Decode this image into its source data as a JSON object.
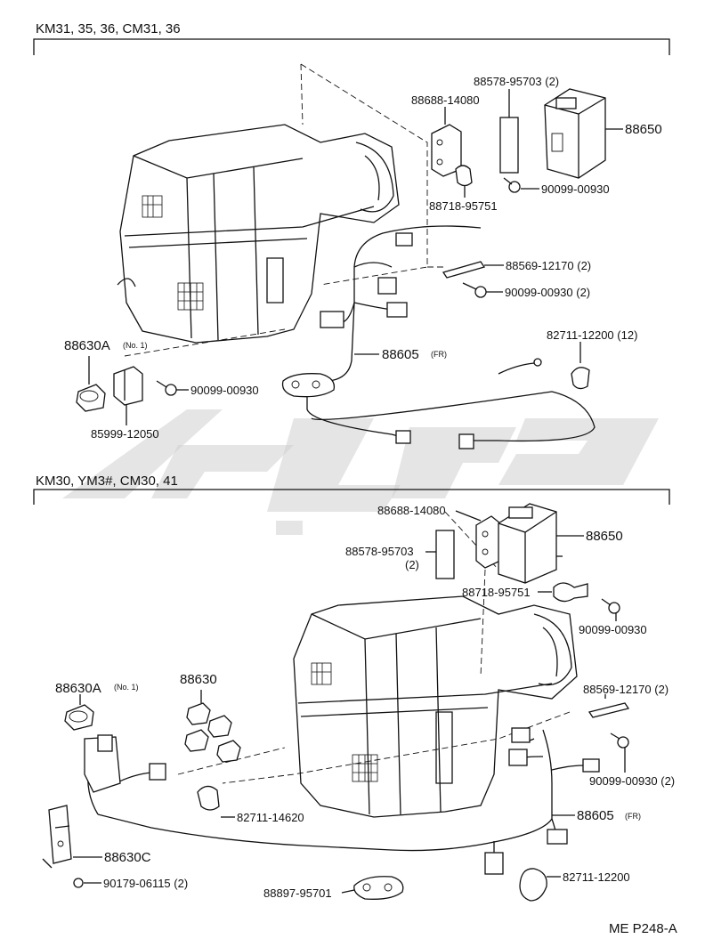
{
  "section_top": {
    "header": "KM31, 35, 36, CM31, 36",
    "labels": {
      "bracket": "88688-14080",
      "pad": "88578-95703 (2)",
      "amp": "88650",
      "clamp": "88718-95751",
      "screw_a": "90099-00930",
      "plate": "88569-12170 (2)",
      "screw_b": "90099-00930 (2)",
      "harness": "88605",
      "harness_note": "(FR)",
      "clip": "82711-12200 (12)",
      "sensor": "88630A",
      "sensor_note": "(No. 1)",
      "screw_c": "90099-00930",
      "bracket2": "85999-12050"
    }
  },
  "section_bottom": {
    "header": "KM30,  YM3#,  CM30,  41",
    "labels": {
      "bracket": "88688-14080",
      "amp": "88650",
      "pad": "88578-95703",
      "pad_qty": "(2)",
      "clamp": "88718-95751",
      "screw_a": "90099-00930",
      "plate": "88569-12170 (2)",
      "sensor": "88630A",
      "sensor_note": "(No. 1)",
      "relays": "88630",
      "screw_b": "90099-00930 (2)",
      "clip_a": "82711-14620",
      "harness": "88605",
      "harness_note": "(FR)",
      "holder": "88630C",
      "nut": "90179-06115 (2)",
      "grommet": "88897-95701",
      "clip_b": "82711-12200"
    }
  },
  "footer": "ME  P248-A"
}
